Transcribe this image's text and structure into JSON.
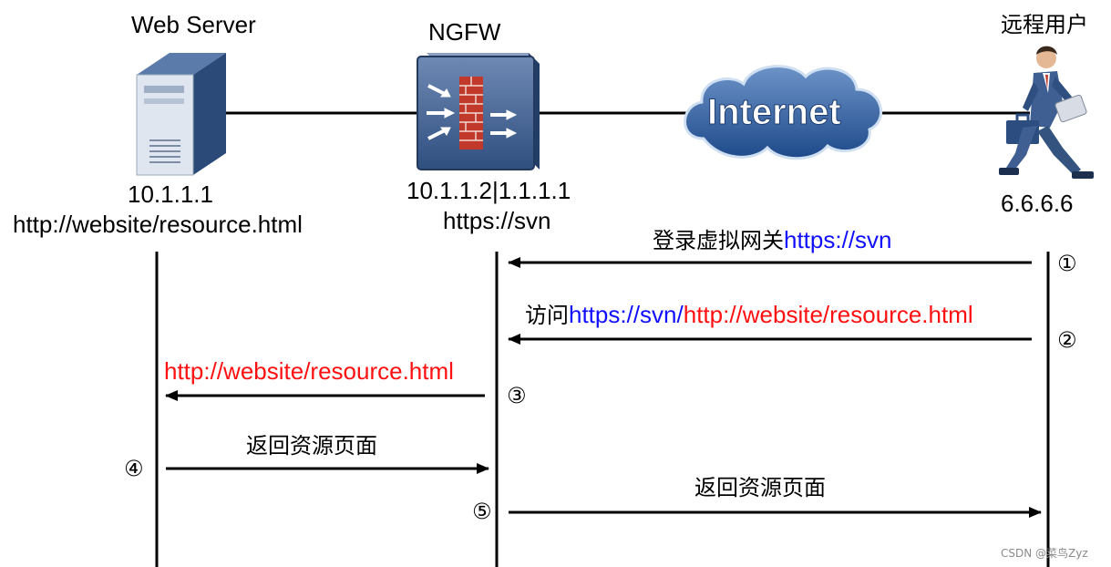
{
  "nodes": {
    "web_server": {
      "title": "Web Server",
      "ip": "10.1.1.1",
      "url": "http://website/resource.html"
    },
    "ngfw": {
      "title": "NGFW",
      "ip": "10.1.1.2|1.1.1.1",
      "url": "https://svn"
    },
    "internet": {
      "label": "Internet"
    },
    "remote_user": {
      "title": "远程用户",
      "ip": "6.6.6.6"
    }
  },
  "steps": [
    {
      "marker": "①",
      "text_a": "登录虚拟网关",
      "text_b": "https://svn",
      "text_c": ""
    },
    {
      "marker": "②",
      "text_a": "访问",
      "text_b": "https://svn/",
      "text_c": "http://website/resource.html"
    },
    {
      "marker": "③",
      "text_a": "",
      "text_b": "",
      "text_c": "http://website/resource.html"
    },
    {
      "marker": "④",
      "text_a": "返回资源页面",
      "text_b": "",
      "text_c": ""
    },
    {
      "marker": "⑤",
      "text_a": "返回资源页面",
      "text_b": "",
      "text_c": ""
    }
  ],
  "colors": {
    "link_blue": "#1010ff",
    "link_red": "#ff1010",
    "server_blue": "#2f4f7a",
    "cloud_blue": "#2b5a9e"
  },
  "icons": {
    "server": "server-icon",
    "firewall": "firewall-icon",
    "cloud": "cloud-icon",
    "user": "user-icon"
  },
  "watermark": "CSDN @菜鸟Zyz"
}
